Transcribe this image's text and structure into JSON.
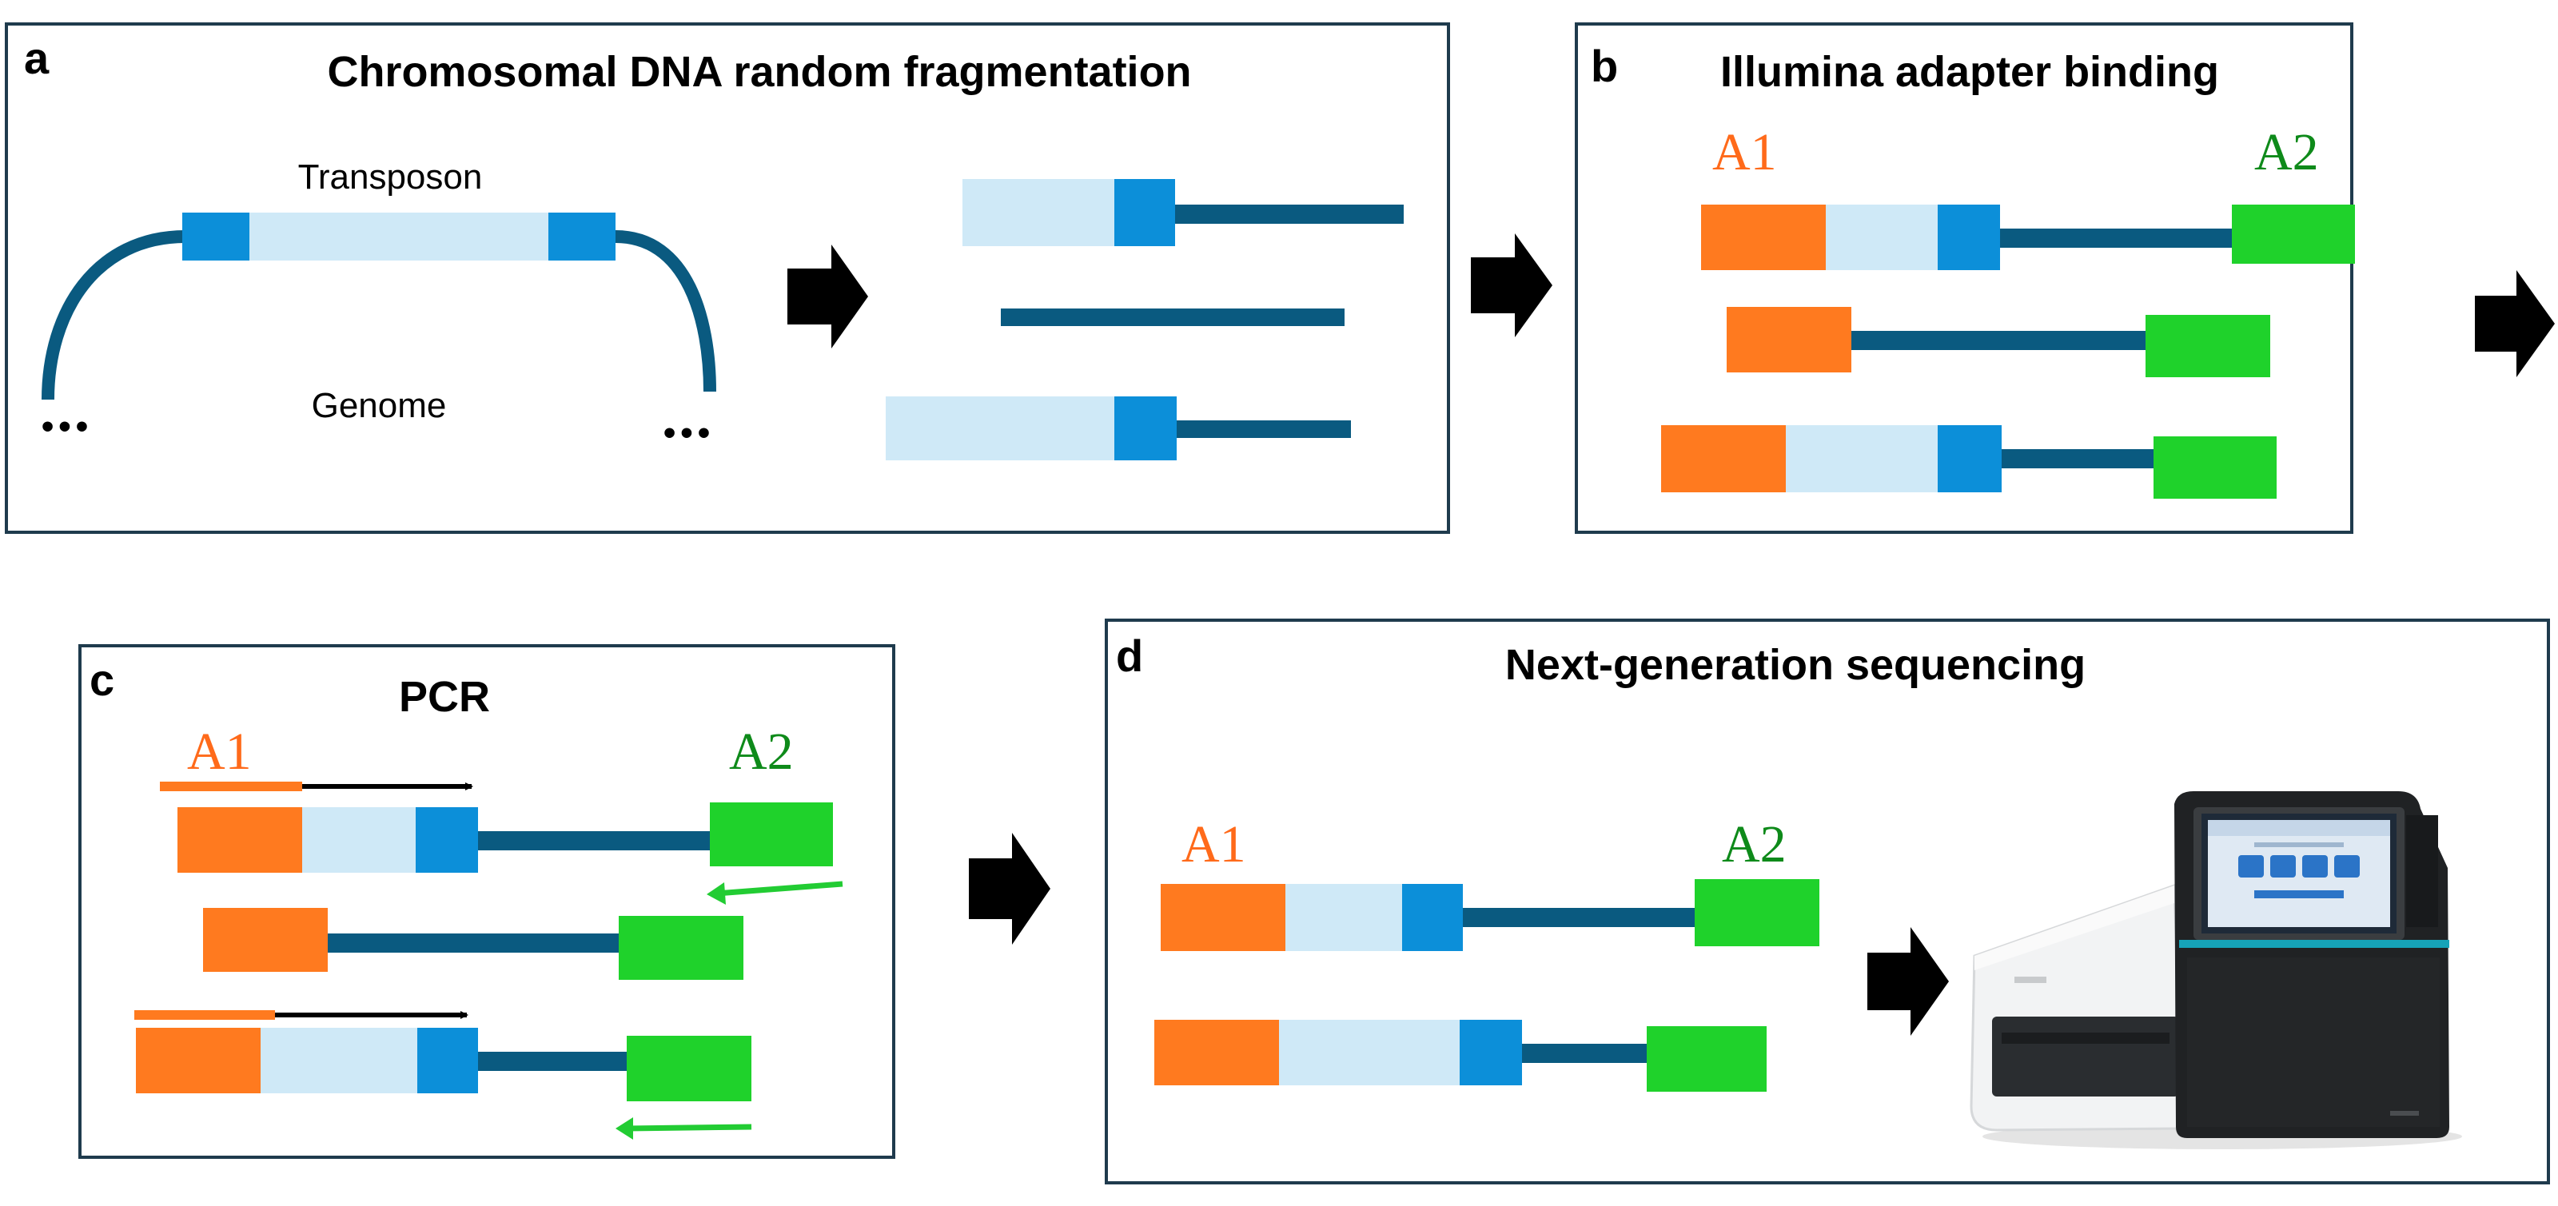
{
  "colors": {
    "dna_line": "#0a5a80",
    "transposon_body": "#cfe9f7",
    "transposon_end": "#0c8fd9",
    "adapter_a1": "#ff7a1f",
    "adapter_a2": "#1fd22b",
    "a1_text": "#ff6a1a",
    "a2_text": "#0e8a1a",
    "arrow": "#000000",
    "primer_reverse": "#22cc33"
  },
  "panels": {
    "a": {
      "letter": "a",
      "title": "Chromosomal DNA random fragmentation",
      "transposon_label": "Transposon",
      "genome_label": "Genome",
      "ellipsis_left": "•••",
      "ellipsis_right": "•••"
    },
    "b": {
      "letter": "b",
      "title": "Illumina adapter binding",
      "a1": "A1",
      "a2": "A2"
    },
    "c": {
      "letter": "c",
      "title": "PCR",
      "a1": "A1",
      "a2": "A2"
    },
    "d": {
      "letter": "d",
      "title": "Next-generation sequencing",
      "a1": "A1",
      "a2": "A2",
      "instrument_icon": "sequencer-icon"
    }
  }
}
